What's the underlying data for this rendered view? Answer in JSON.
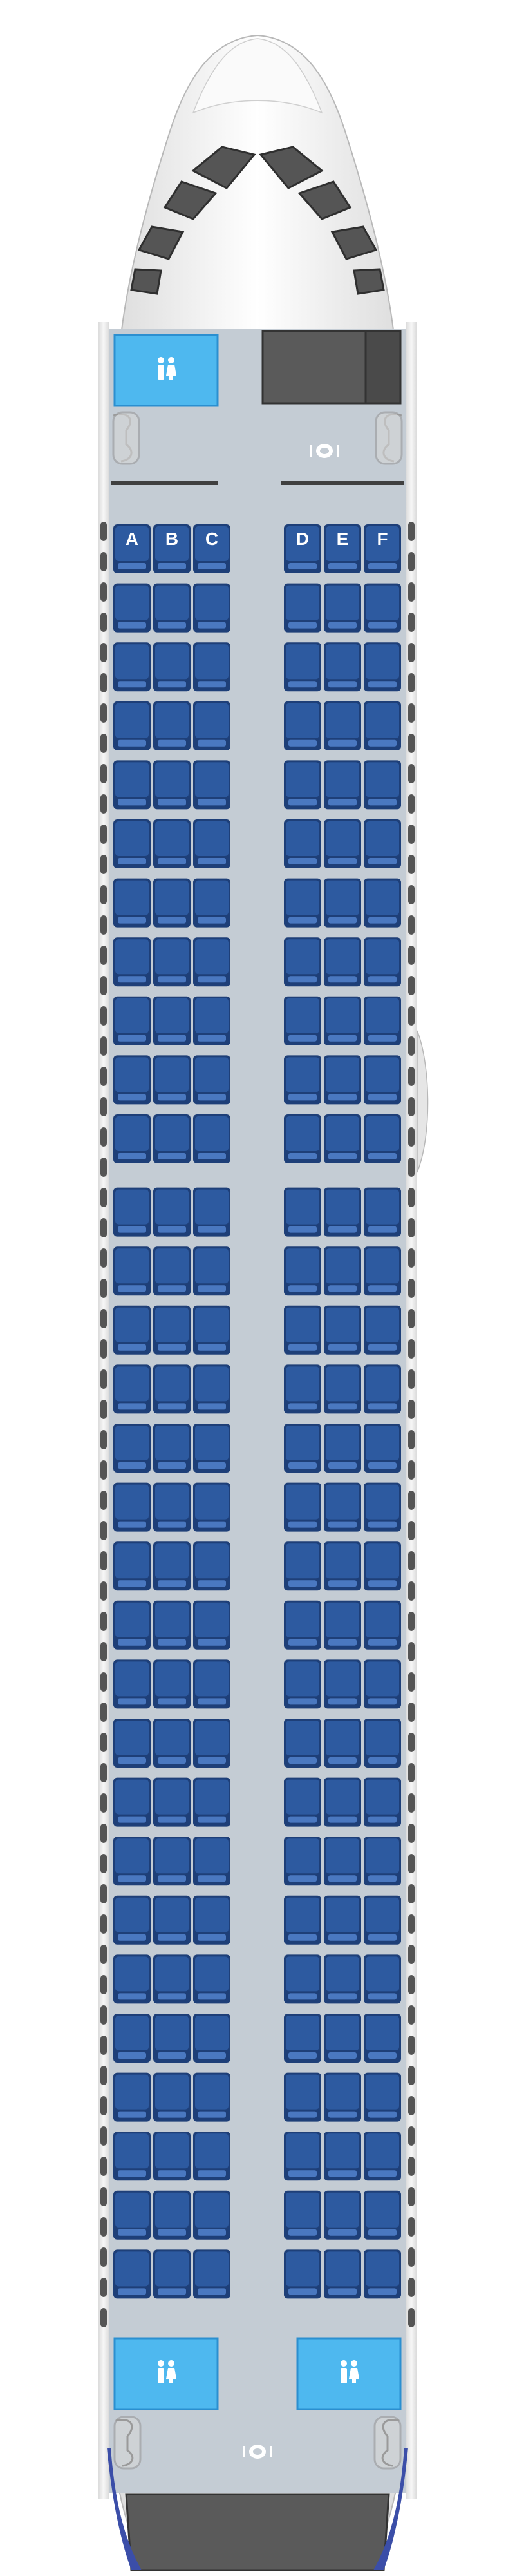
{
  "seat_columns": {
    "left": [
      "A",
      "B",
      "C"
    ],
    "right": [
      "D",
      "E",
      "F"
    ]
  },
  "seat_rows": 30,
  "colors": {
    "seat": "#2d5aa0",
    "seat_dark": "#1e3f78",
    "seat_light": "#4a78c0",
    "cabin_floor": "#c4ccd4",
    "fuselage": "#f2f2f2",
    "galley": "#5a5a5a",
    "lavatory": "#4eb8ef",
    "window_frame": "#555555",
    "tail_trim": "#3b4ea8"
  },
  "icons": {
    "lavatory": "person-pair-icon",
    "galley": "service-tray-icon"
  },
  "facilities": {
    "front": [
      "lavatory",
      "galley",
      "galley-service"
    ],
    "rear": [
      "lavatory",
      "lavatory",
      "galley-service",
      "galley"
    ]
  }
}
